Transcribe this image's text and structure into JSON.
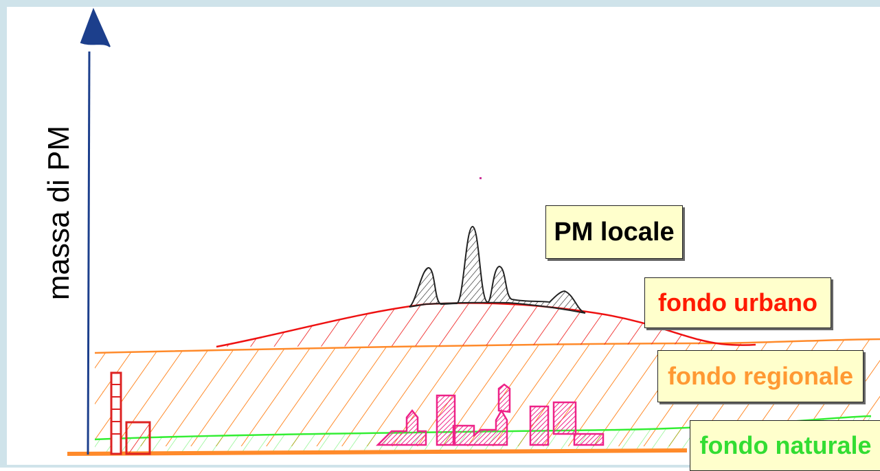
{
  "axis": {
    "ylabel": "massa di PM"
  },
  "labels": {
    "pm_locale": "PM locale",
    "fondo_urbano": "fondo urbano",
    "fondo_regionale": "fondo regionale",
    "fondo_naturale": "fondo naturale"
  },
  "colors": {
    "local": "#222222",
    "urban": "#ee1111",
    "regional": "#ff8a2a",
    "natural": "#33ee33",
    "buildings": "#ee2288",
    "chimney": "#dd2222",
    "axis": "#1c3f8c",
    "frame": "#cfe3ea",
    "label_bg": "#ffffcc"
  }
}
